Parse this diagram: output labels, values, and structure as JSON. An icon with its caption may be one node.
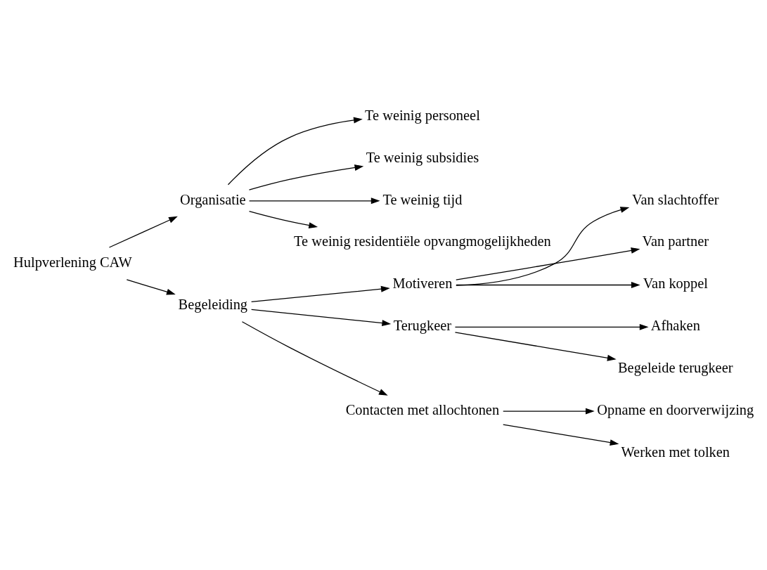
{
  "diagram": {
    "nodes": [
      {
        "text": [
          "Hulpverlening CAW"
        ]
      },
      {
        "text": [
          "Organisatie"
        ]
      },
      {
        "text": [
          "Te weinig personeel"
        ]
      },
      {
        "text": [
          "Te weinig subsidies"
        ]
      },
      {
        "text": [
          "Te weinig tijd"
        ]
      },
      {
        "text": [
          "Te weinig residentiële opvangmogelijkheden"
        ]
      },
      {
        "text": [
          "Begeleiding"
        ]
      },
      {
        "text": [
          "Motiveren"
        ]
      },
      {
        "text": [
          "Van slachtoffer"
        ]
      },
      {
        "text": [
          "Van partner"
        ]
      },
      {
        "text": [
          "Van koppel"
        ]
      },
      {
        "text": [
          "Terugkeer"
        ]
      },
      {
        "text": [
          "Afhaken"
        ]
      },
      {
        "text": [
          "Begeleide terugkeer"
        ]
      },
      {
        "text": [
          "Contacten met allochtonen"
        ]
      },
      {
        "text": [
          "Opname en doorverwijzing"
        ]
      },
      {
        "text": [
          "Werken met tolken"
        ]
      }
    ],
    "edges": [
      {
        "from": 0,
        "to": 1,
        "arrow": "to"
      },
      {
        "from": 1,
        "to": 2,
        "arrow": "to"
      },
      {
        "from": 1,
        "to": 3,
        "arrow": "to"
      },
      {
        "from": 1,
        "to": 4,
        "arrow": "to"
      },
      {
        "from": 1,
        "to": 5,
        "arrow": "to"
      },
      {
        "from": 0,
        "to": 6,
        "arrow": "to"
      },
      {
        "from": 6,
        "to": 7,
        "arrow": "to"
      },
      {
        "from": 7,
        "to": 8,
        "arrow": "to"
      },
      {
        "from": 7,
        "to": 9,
        "arrow": "to"
      },
      {
        "from": 7,
        "to": 10,
        "arrow": "to"
      },
      {
        "from": 6,
        "to": 11,
        "arrow": "to"
      },
      {
        "from": 11,
        "to": 12,
        "arrow": "to"
      },
      {
        "from": 11,
        "to": 13,
        "arrow": "to"
      },
      {
        "from": 6,
        "to": 14,
        "arrow": "to"
      },
      {
        "from": 14,
        "to": 15,
        "arrow": "to"
      },
      {
        "from": 14,
        "to": 16,
        "arrow": "to"
      }
    ]
  }
}
